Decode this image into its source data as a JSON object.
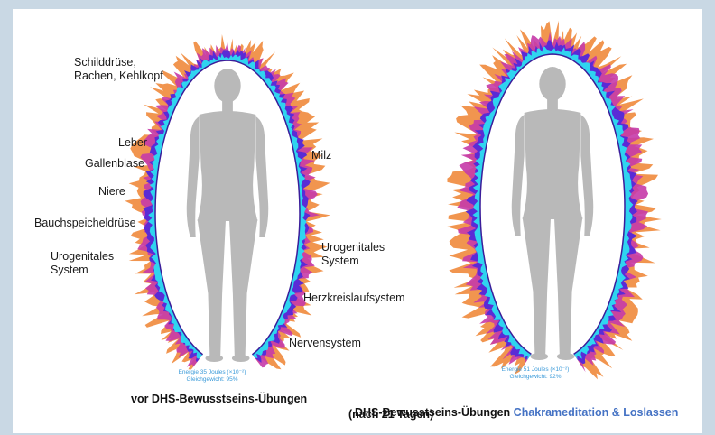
{
  "colors": {
    "page_background": "#c9d8e4",
    "panel_background": "#ffffff",
    "aura_outer": "#f08a3c",
    "aura_mid": "#c53aa8",
    "aura_purple": "#5a2bd6",
    "aura_inner": "#2fd4f0",
    "silhouette": "#b9b9b9",
    "caption_accent": "#4472c4"
  },
  "left_figure": {
    "organ_labels_left": [
      {
        "text": "Schilddrüse,\nRachen, Kehlkopf"
      },
      {
        "text": "Leber"
      },
      {
        "text": "Gallenblase"
      },
      {
        "text": "Niere"
      },
      {
        "text": "Bauchspeicheldrüse"
      },
      {
        "text": "Urogenitales\nSystem"
      }
    ],
    "organ_labels_right": [
      {
        "text": "Milz"
      },
      {
        "text": "Urogenitales\nSystem"
      },
      {
        "text": "Herzkreislaufsystem"
      },
      {
        "text": "Nervensystem"
      }
    ],
    "energy_text": "Energie 35 Joules (×10⁻²)",
    "balance_text": "Gleichgewicht: 95%",
    "caption": "vor DHS-Bewusstseins-Übungen"
  },
  "right_figure": {
    "energy_text": "Energie 51 Joules (×10⁻²)",
    "balance_text": "Gleichgewicht: 92%",
    "caption_prefix": "DHS-Bewusstseins-Übungen ",
    "caption_accent": "Chakrameditation & Loslassen",
    "caption_line2": "(nach 21 Tagen)"
  }
}
